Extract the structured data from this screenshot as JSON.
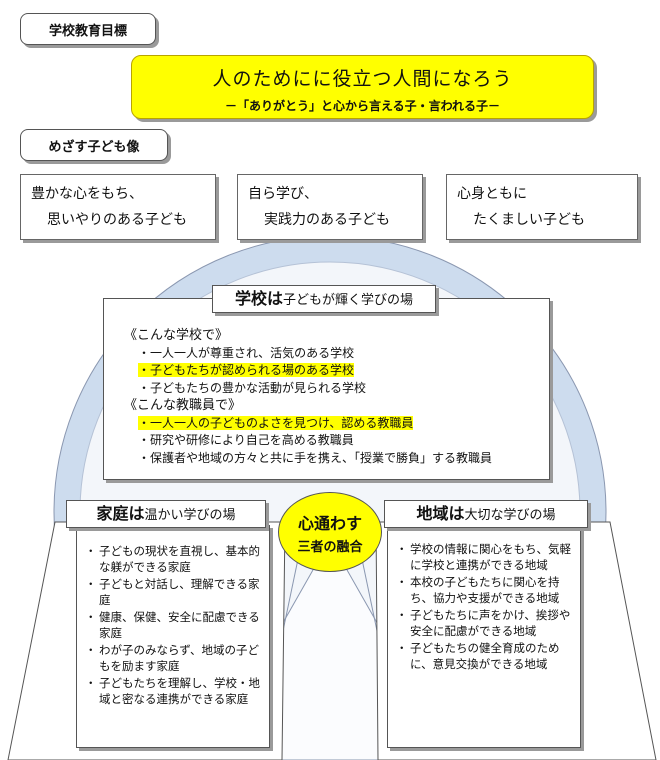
{
  "header": {
    "goal_label": "学校教育目標",
    "goal_main": "人のためにに役立つ人間になろう",
    "goal_sub": "－「ありがとう」と心から言える子・言われる子－",
    "vision_label": "めざす子ども像"
  },
  "visions": [
    {
      "line1": "豊かな心をもち、",
      "line2": "思いやりのある子ども"
    },
    {
      "line1": "自ら学び、",
      "line2": "実践力のある子ども"
    },
    {
      "line1": "心身ともに",
      "line2": "たくましい子ども"
    }
  ],
  "school": {
    "title_big": "学校は",
    "title_rest": "子どもが輝く学びの場",
    "heading1": "《こんな学校で》",
    "items1": [
      {
        "text": "・一人一人が尊重され、活気のある学校",
        "highlight": false
      },
      {
        "text": "・子どもたちが認められる場のある学校",
        "highlight": true
      },
      {
        "text": "・子どもたちの豊かな活動が見られる学校",
        "highlight": false
      }
    ],
    "heading2": "《こんな教職員で》",
    "items2": [
      {
        "text": "・一人一人の子どものよさを見つけ、認める教職員",
        "highlight": true
      },
      {
        "text": "・研究や研修により自己を高める教職員",
        "highlight": false
      },
      {
        "text": "・保護者や地域の方々と共に手を携え、「授業で勝負」する教職員",
        "highlight": false
      }
    ]
  },
  "center": {
    "line1": "心通わす",
    "line2": "三者の融合"
  },
  "home": {
    "title_big": "家庭は",
    "title_rest": "温かい学びの場",
    "items": [
      "子どもの現状を直視し、基本的な躾ができる家庭",
      "子どもと対話し、理解できる家庭",
      "健康、保健、安全に配慮できる家庭",
      "わが子のみならず、地域の子どもを励ます家庭",
      "子どもたちを理解し、学校・地域と密なる連携ができる家庭"
    ]
  },
  "community": {
    "title_big": "地域は",
    "title_rest": "大切な学びの場",
    "items": [
      "学校の情報に関心をもち、気軽に学校と連携ができる地域",
      "本校の子どもたちに関心を持ち、協力や支援ができる地域",
      "子どもたちに声をかけ、挨拶や安全に配慮ができる地域",
      "子どもたちの健全育成のために、意見交換ができる地域"
    ]
  },
  "colors": {
    "yellow": "#ffff00",
    "circle_fill": "#cddcee",
    "circle_inner": "#f3f6fa"
  }
}
